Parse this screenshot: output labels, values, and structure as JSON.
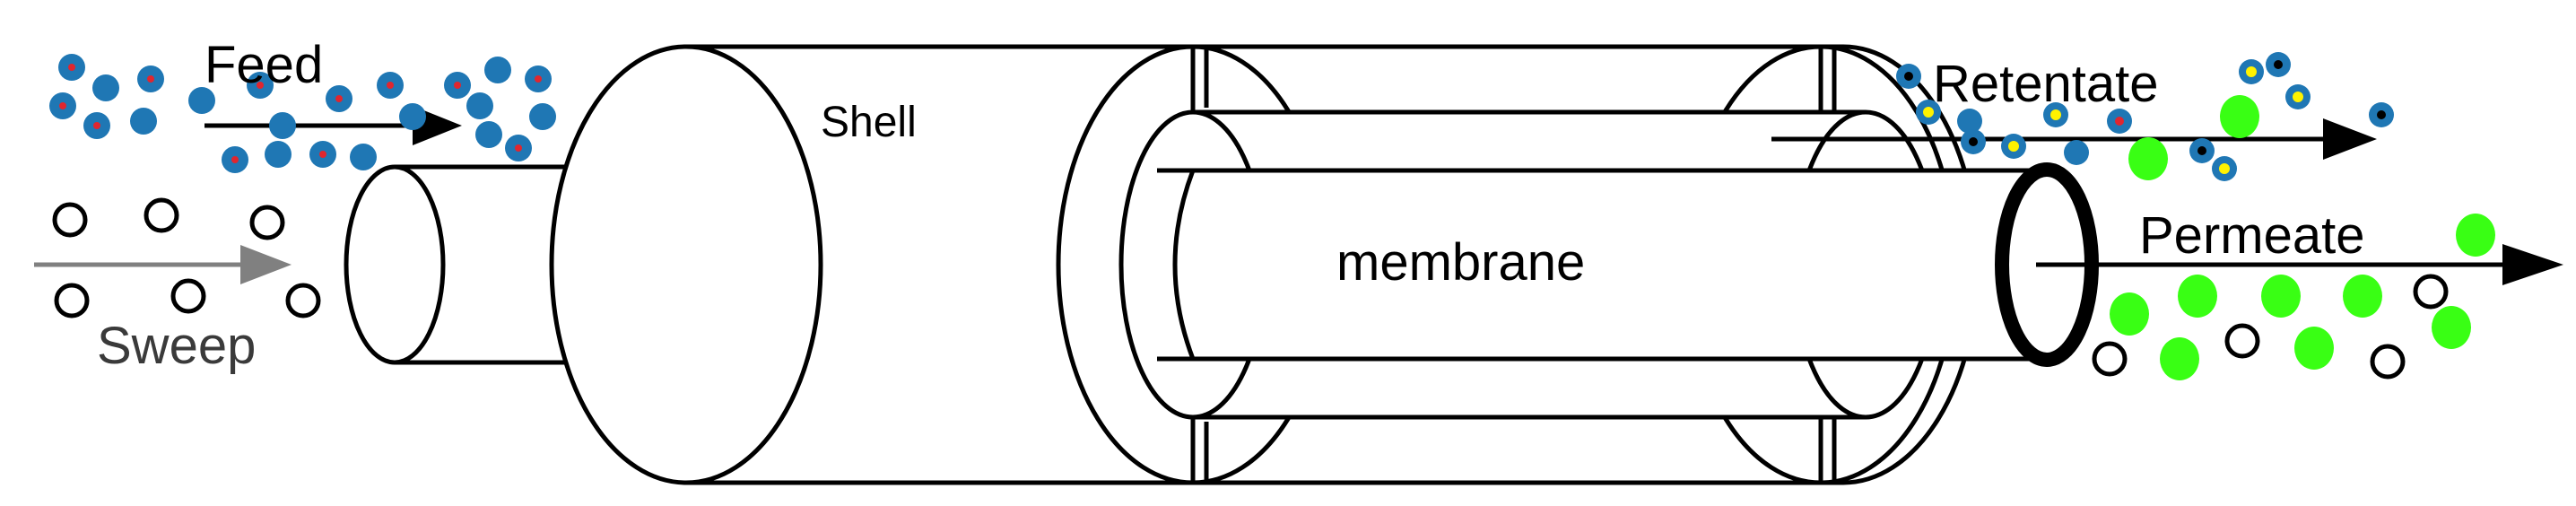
{
  "labels": {
    "feed": "Feed",
    "shell": "Shell",
    "retentate": "Retentate",
    "membrane": "membrane",
    "permeate": "Permeate",
    "sweep": "Sweep"
  },
  "colors": {
    "feed_particle": "#1f77b4",
    "feed_dot": "#e0262f",
    "retentate_ring": "#1f77b4",
    "retentate_yellow_core": "#fff200",
    "retentate_black_core": "#000000",
    "permeate_particle": "#39ff14",
    "sweep_ring": "#000000",
    "sweep_arrow": "#808080",
    "outline": "#000000"
  }
}
